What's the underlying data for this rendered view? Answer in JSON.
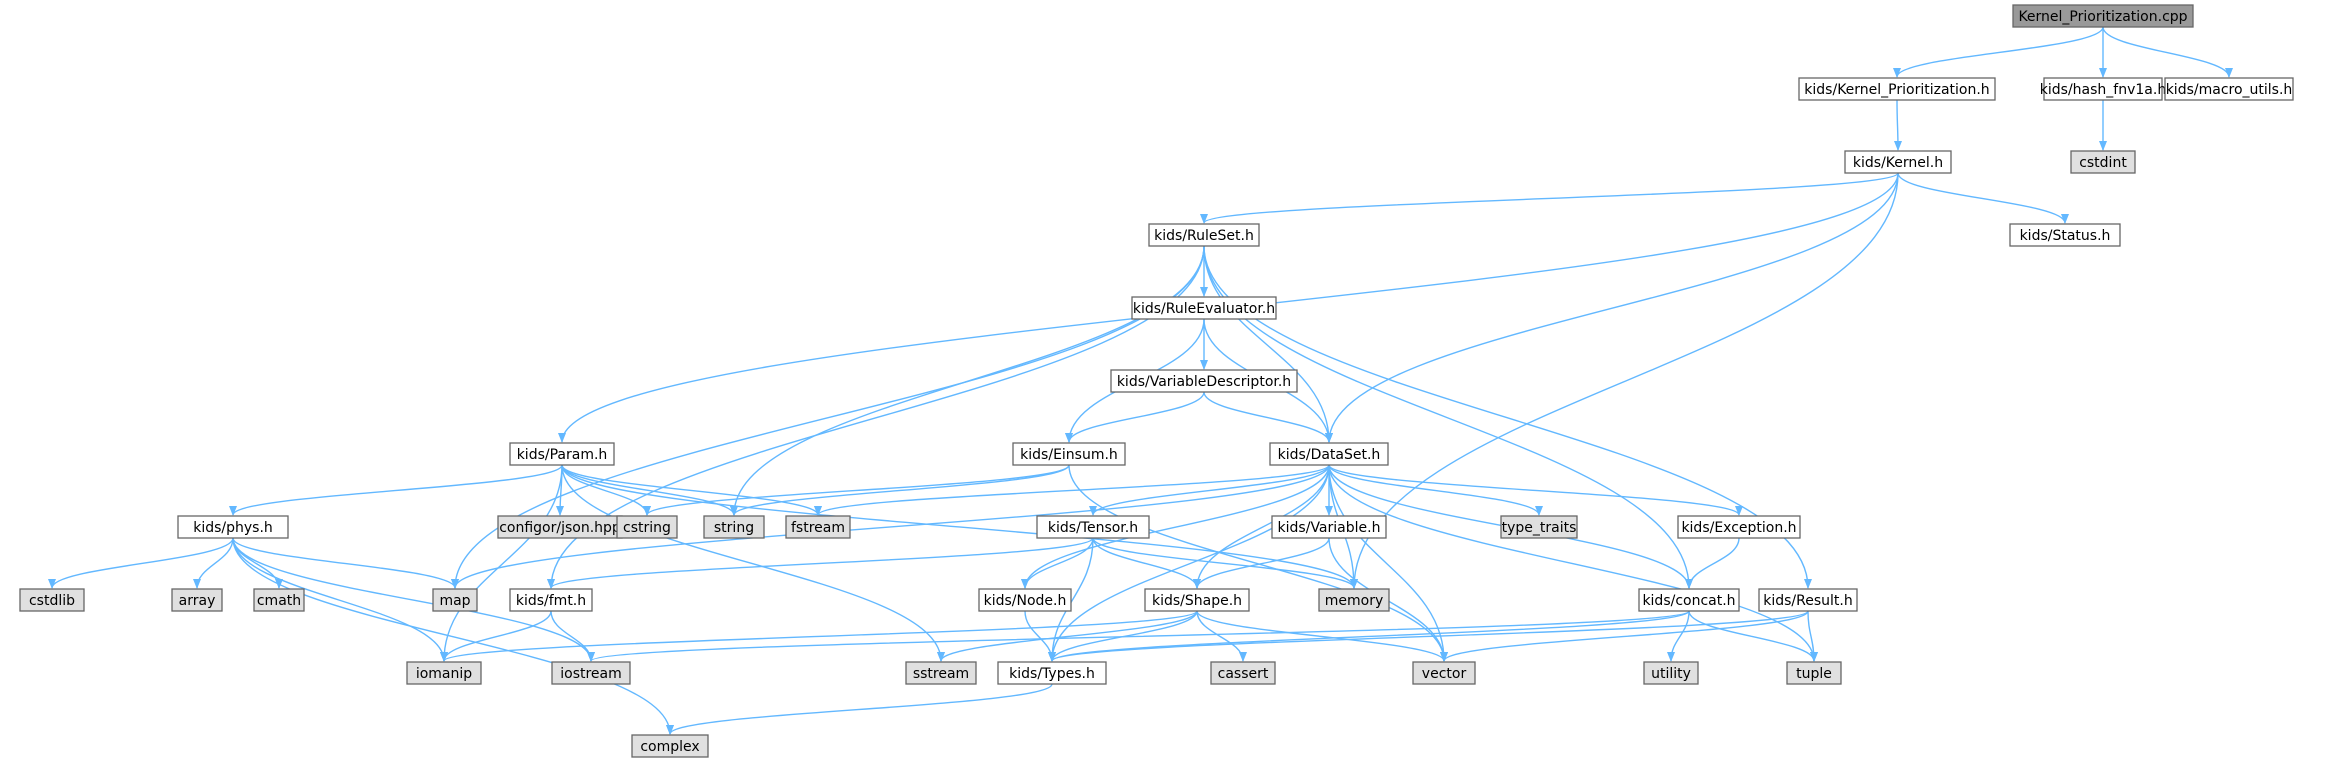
{
  "colors": {
    "edge": "#63b8ff",
    "root_fill": "#999999",
    "project_fill": "#ffffff",
    "system_fill": "#e0e0e0",
    "border": "#666666"
  },
  "nodes": [
    {
      "id": "n0",
      "label": "Kernel_Prioritization.cpp",
      "kind": "root"
    },
    {
      "id": "n1",
      "label": "kids/Kernel_Prioritization.h",
      "kind": "project"
    },
    {
      "id": "n2",
      "label": "kids/hash_fnv1a.h",
      "kind": "project"
    },
    {
      "id": "n3",
      "label": "kids/macro_utils.h",
      "kind": "project"
    },
    {
      "id": "n4",
      "label": "cstdint",
      "kind": "system"
    },
    {
      "id": "n5",
      "label": "kids/Kernel.h",
      "kind": "project"
    },
    {
      "id": "n6",
      "label": "kids/RuleSet.h",
      "kind": "project"
    },
    {
      "id": "n7",
      "label": "kids/Status.h",
      "kind": "project"
    },
    {
      "id": "n8",
      "label": "kids/RuleEvaluator.h",
      "kind": "project"
    },
    {
      "id": "n9",
      "label": "kids/VariableDescriptor.h",
      "kind": "project"
    },
    {
      "id": "n10",
      "label": "kids/Param.h",
      "kind": "project"
    },
    {
      "id": "n11",
      "label": "kids/Einsum.h",
      "kind": "project"
    },
    {
      "id": "n12",
      "label": "kids/DataSet.h",
      "kind": "project"
    },
    {
      "id": "n13",
      "label": "kids/phys.h",
      "kind": "project"
    },
    {
      "id": "n14",
      "label": "configor/json.hpp",
      "kind": "system"
    },
    {
      "id": "n15",
      "label": "cstring",
      "kind": "system"
    },
    {
      "id": "n16",
      "label": "string",
      "kind": "system"
    },
    {
      "id": "n17",
      "label": "fstream",
      "kind": "system"
    },
    {
      "id": "n18",
      "label": "kids/Tensor.h",
      "kind": "project"
    },
    {
      "id": "n19",
      "label": "kids/Variable.h",
      "kind": "project"
    },
    {
      "id": "n20",
      "label": "type_traits",
      "kind": "system"
    },
    {
      "id": "n21",
      "label": "kids/Exception.h",
      "kind": "project"
    },
    {
      "id": "n22",
      "label": "cstdlib",
      "kind": "system"
    },
    {
      "id": "n23",
      "label": "array",
      "kind": "system"
    },
    {
      "id": "n24",
      "label": "cmath",
      "kind": "system"
    },
    {
      "id": "n25",
      "label": "map",
      "kind": "system"
    },
    {
      "id": "n26",
      "label": "kids/fmt.h",
      "kind": "project"
    },
    {
      "id": "n27",
      "label": "kids/Node.h",
      "kind": "project"
    },
    {
      "id": "n28",
      "label": "kids/Shape.h",
      "kind": "project"
    },
    {
      "id": "n29",
      "label": "memory",
      "kind": "system"
    },
    {
      "id": "n30",
      "label": "kids/concat.h",
      "kind": "project"
    },
    {
      "id": "n31",
      "label": "kids/Result.h",
      "kind": "project"
    },
    {
      "id": "n32",
      "label": "iomanip",
      "kind": "system"
    },
    {
      "id": "n33",
      "label": "iostream",
      "kind": "system"
    },
    {
      "id": "n34",
      "label": "sstream",
      "kind": "system"
    },
    {
      "id": "n35",
      "label": "kids/Types.h",
      "kind": "project"
    },
    {
      "id": "n36",
      "label": "cassert",
      "kind": "system"
    },
    {
      "id": "n37",
      "label": "vector",
      "kind": "system"
    },
    {
      "id": "n38",
      "label": "utility",
      "kind": "system"
    },
    {
      "id": "n39",
      "label": "tuple",
      "kind": "system"
    },
    {
      "id": "n40",
      "label": "complex",
      "kind": "system"
    }
  ],
  "edges": [
    [
      "n0",
      "n1"
    ],
    [
      "n0",
      "n2"
    ],
    [
      "n0",
      "n3"
    ],
    [
      "n2",
      "n4"
    ],
    [
      "n1",
      "n5"
    ],
    [
      "n5",
      "n6"
    ],
    [
      "n5",
      "n7"
    ],
    [
      "n5",
      "n10"
    ],
    [
      "n5",
      "n12"
    ],
    [
      "n5",
      "n29"
    ],
    [
      "n6",
      "n8"
    ],
    [
      "n6",
      "n12"
    ],
    [
      "n6",
      "n26"
    ],
    [
      "n6",
      "n25"
    ],
    [
      "n6",
      "n16"
    ],
    [
      "n6",
      "n30"
    ],
    [
      "n6",
      "n31"
    ],
    [
      "n8",
      "n9"
    ],
    [
      "n8",
      "n11"
    ],
    [
      "n8",
      "n12"
    ],
    [
      "n9",
      "n11"
    ],
    [
      "n9",
      "n12"
    ],
    [
      "n10",
      "n13"
    ],
    [
      "n10",
      "n14"
    ],
    [
      "n10",
      "n15"
    ],
    [
      "n10",
      "n16"
    ],
    [
      "n10",
      "n17"
    ],
    [
      "n10",
      "n29"
    ],
    [
      "n10",
      "n32"
    ],
    [
      "n10",
      "n34"
    ],
    [
      "n11",
      "n15"
    ],
    [
      "n11",
      "n16"
    ],
    [
      "n11",
      "n37"
    ],
    [
      "n12",
      "n17"
    ],
    [
      "n12",
      "n18"
    ],
    [
      "n12",
      "n19"
    ],
    [
      "n12",
      "n20"
    ],
    [
      "n12",
      "n21"
    ],
    [
      "n12",
      "n25"
    ],
    [
      "n12",
      "n27"
    ],
    [
      "n12",
      "n28"
    ],
    [
      "n12",
      "n29"
    ],
    [
      "n12",
      "n35"
    ],
    [
      "n12",
      "n37"
    ],
    [
      "n12",
      "n39"
    ],
    [
      "n12",
      "n30"
    ],
    [
      "n13",
      "n22"
    ],
    [
      "n13",
      "n23"
    ],
    [
      "n13",
      "n24"
    ],
    [
      "n13",
      "n25"
    ],
    [
      "n13",
      "n32"
    ],
    [
      "n13",
      "n33"
    ],
    [
      "n13",
      "n40"
    ],
    [
      "n18",
      "n26"
    ],
    [
      "n18",
      "n27"
    ],
    [
      "n18",
      "n28"
    ],
    [
      "n18",
      "n29"
    ],
    [
      "n18",
      "n35"
    ],
    [
      "n19",
      "n28"
    ],
    [
      "n19",
      "n37"
    ],
    [
      "n21",
      "n30"
    ],
    [
      "n26",
      "n32"
    ],
    [
      "n26",
      "n33"
    ],
    [
      "n27",
      "n35"
    ],
    [
      "n28",
      "n32"
    ],
    [
      "n28",
      "n34"
    ],
    [
      "n28",
      "n36"
    ],
    [
      "n28",
      "n37"
    ],
    [
      "n28",
      "n35"
    ],
    [
      "n30",
      "n33"
    ],
    [
      "n30",
      "n38"
    ],
    [
      "n30",
      "n39"
    ],
    [
      "n30",
      "n35"
    ],
    [
      "n31",
      "n37"
    ],
    [
      "n31",
      "n39"
    ],
    [
      "n31",
      "n35"
    ],
    [
      "n35",
      "n40"
    ]
  ]
}
